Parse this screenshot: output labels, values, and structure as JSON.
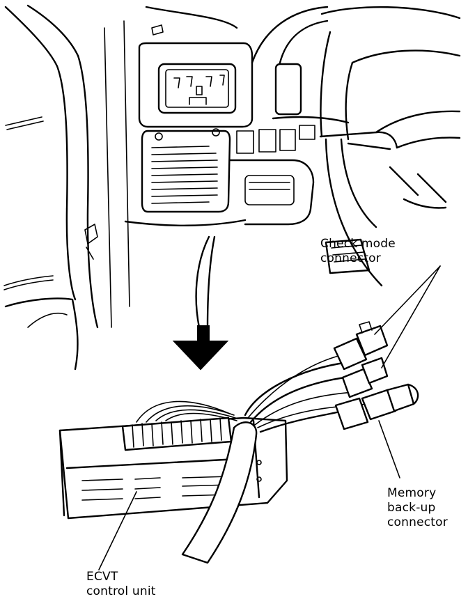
{
  "labels": {
    "check_mode_connector": [
      "Check mode",
      "connector"
    ],
    "memory_backup_connector": [
      "Memory",
      "back-up",
      "connector"
    ],
    "ecvt_control_unit": [
      "ECVT",
      "control unit"
    ]
  }
}
